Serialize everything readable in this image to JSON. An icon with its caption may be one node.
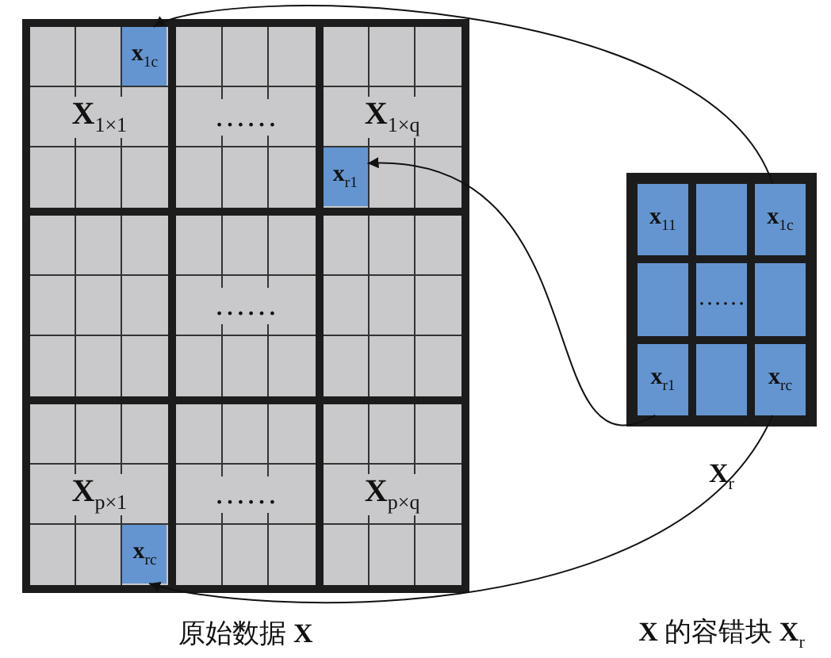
{
  "diagram": {
    "nodes": [
      {
        "text": [
          "原始数据 **X**"
        ]
      },
      {
        "text": [
          "**X**$_{1×1}$"
        ],
        "in": 0
      },
      {
        "text": [
          "**x**$_{1c}$"
        ],
        "in": 1
      },
      {
        "text": [
          "……"
        ],
        "in": 0
      },
      {
        "text": [
          "**X**$_{1×q}$"
        ],
        "in": 0
      },
      {
        "text": [
          "**x**$_{r1}$"
        ],
        "in": 4
      },
      {
        "text": [],
        "shape": "box",
        "in": 0
      },
      {
        "text": [
          "……"
        ],
        "in": 0
      },
      {
        "text": [],
        "shape": "box",
        "in": 0
      },
      {
        "text": [
          "**X**$_{p×1}$"
        ],
        "in": 0
      },
      {
        "text": [
          "**x**$_{rc}$"
        ],
        "in": 9
      },
      {
        "text": [
          "……"
        ],
        "in": 0
      },
      {
        "text": [
          "**X**$_{p×q}$"
        ],
        "in": 0
      },
      {
        "text": [
          "**X**$_{r}$"
        ]
      },
      {
        "text": [
          "**x**$_{11}$"
        ],
        "in": 13
      },
      {
        "text": [],
        "shape": "box",
        "in": 13
      },
      {
        "text": [
          "**x**$_{1c}$"
        ],
        "in": 13
      },
      {
        "text": [],
        "shape": "box",
        "in": 13
      },
      {
        "text": [
          "……"
        ],
        "in": 13
      },
      {
        "text": [],
        "shape": "box",
        "in": 13
      },
      {
        "text": [
          "**x**$_{r1}$"
        ],
        "in": 13
      },
      {
        "text": [],
        "shape": "box",
        "in": 13
      },
      {
        "text": [
          "**x**$_{rc}$"
        ],
        "in": 13
      }
    ],
    "edges": [
      {
        "from": 16,
        "to": 2,
        "arrow": "to"
      },
      {
        "from": 20,
        "to": 5,
        "arrow": "to"
      },
      {
        "from": 22,
        "to": 10,
        "arrow": "to"
      }
    ],
    "labels": [
      "**X** 的容错块 **X**$_{r}$"
    ]
  }
}
